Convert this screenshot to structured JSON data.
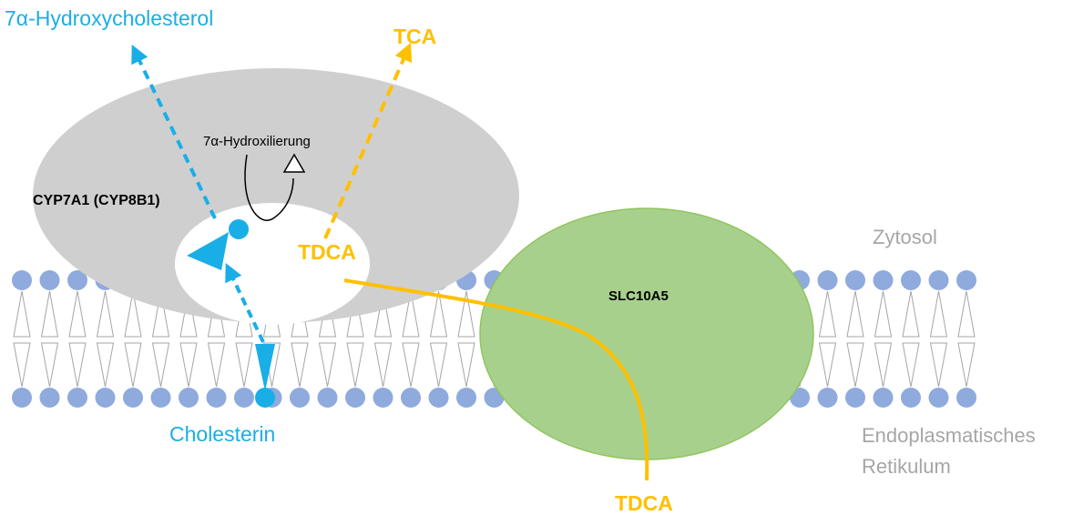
{
  "labels": {
    "hydroxycholesterol": "7α-Hydroxycholesterol",
    "tca": "TCA",
    "hydroxylation": "7α-Hydroxilierung",
    "cyp": "CYP7A1 (CYP8B1)",
    "tdca_inside": "TDCA",
    "zytosol": "Zytosol",
    "slc": "SLC10A5",
    "cholesterin": "Cholesterin",
    "er_line1": "Endoplasmatisches",
    "er_line2": "Retikulum",
    "tdca_bottom": "TDCA"
  },
  "colors": {
    "blue": "#1aaee7",
    "orange": "#ffc000",
    "gray_enzyme": "#d0cfd0",
    "green_transporter": "#a8d08d",
    "green_border": "#92c45e",
    "membrane_head": "#8faadc",
    "membrane_tail": "#a6a6a6",
    "gray_text": "#a6a6a6",
    "black": "#000000"
  }
}
